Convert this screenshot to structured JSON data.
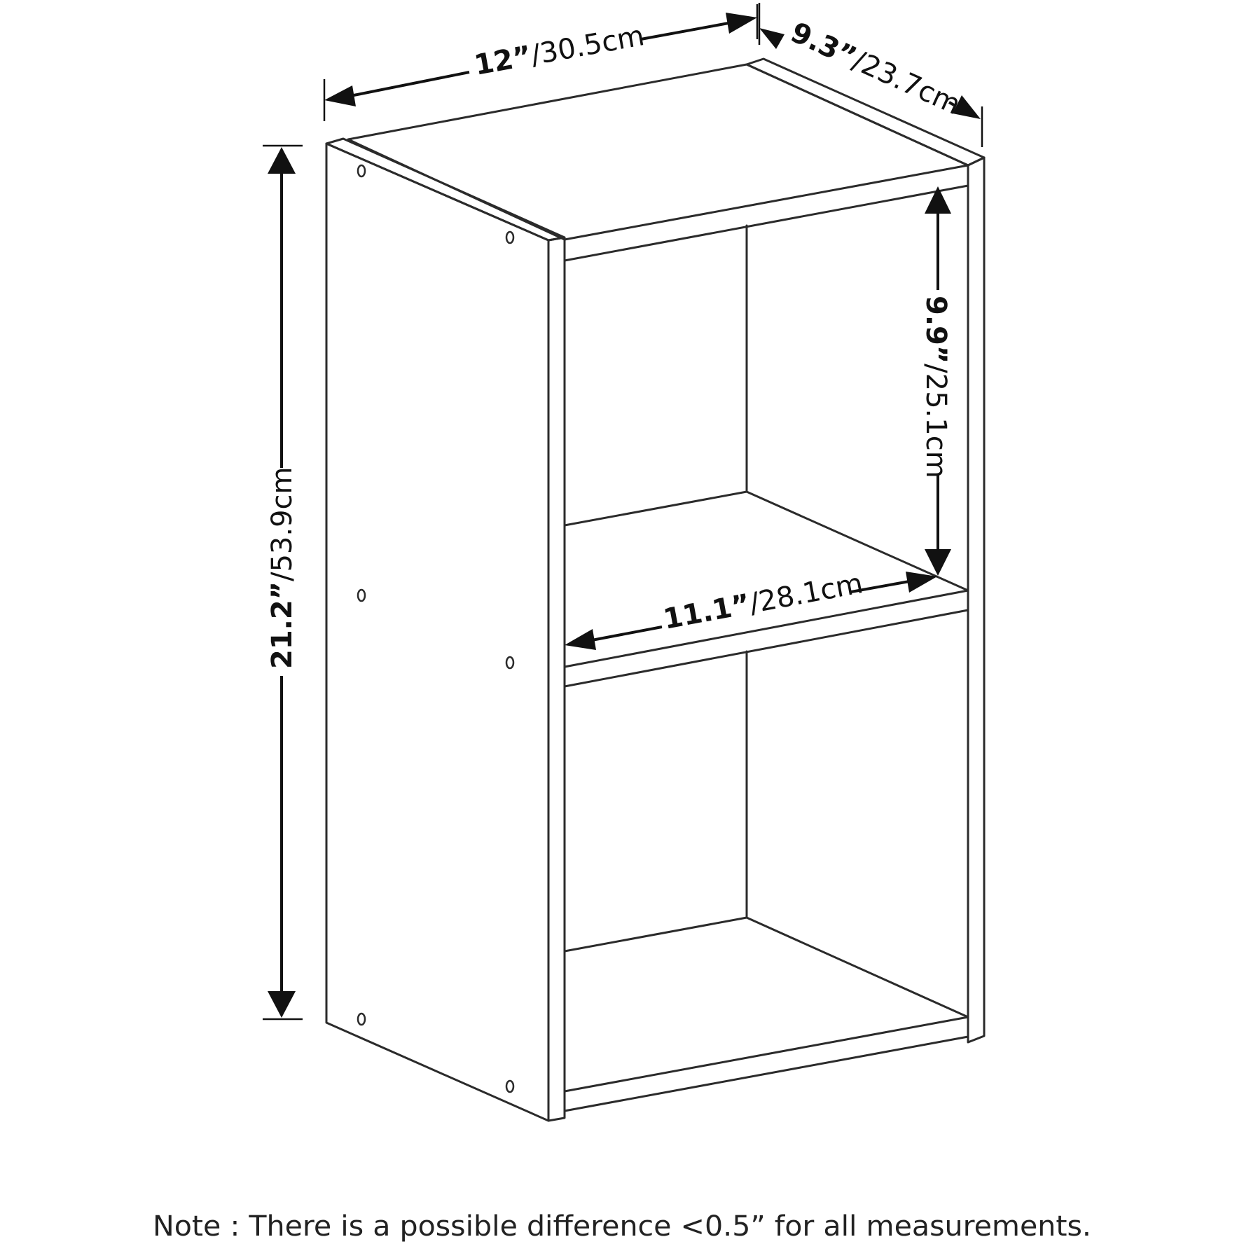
{
  "dimensions": {
    "width": {
      "inch": "12”",
      "metric": "/30.5cm"
    },
    "depth": {
      "inch": "9.3”",
      "metric": "/23.7cm"
    },
    "height": {
      "inch": "21.2”",
      "metric": "/53.9cm"
    },
    "shelf_height": {
      "inch": "9.9”",
      "metric": "/25.1cm"
    },
    "shelf_width": {
      "inch": "11.1”",
      "metric": "/28.1cm"
    }
  },
  "note": "Note : There is a possible difference <0.5” for all measurements."
}
